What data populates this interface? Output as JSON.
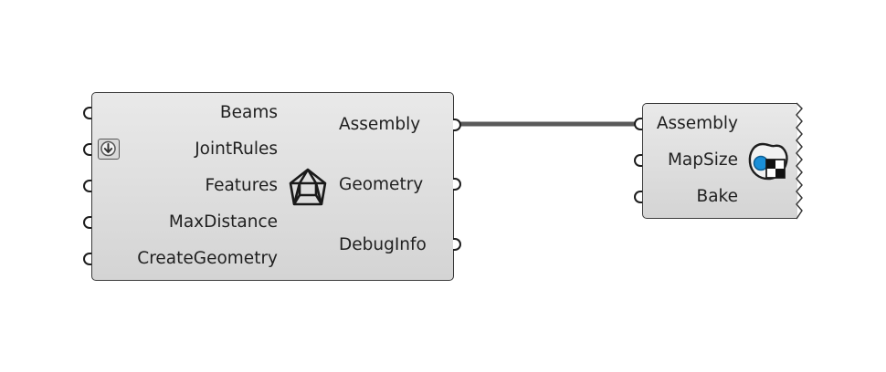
{
  "components": {
    "assembly_builder": {
      "inputs": [
        "Beams",
        "JointRules",
        "Features",
        "MaxDistance",
        "CreateGeometry"
      ],
      "outputs": [
        "Assembly",
        "Geometry",
        "DebugInfo"
      ],
      "icon": "assembly-house-icon",
      "flatten_marker_icon": "graft-arrow-down-icon"
    },
    "assembly_visualizer": {
      "inputs": [
        "Assembly",
        "MapSize",
        "Bake"
      ],
      "icon": "visualizer-blob-icon"
    }
  },
  "colors": {
    "component_fill_top": "#e9e9e9",
    "component_fill_bottom": "#d4d4d4",
    "border": "#3a3a3a",
    "wire": "#5a5a5a",
    "icon_accent": "#1a8fd8"
  }
}
